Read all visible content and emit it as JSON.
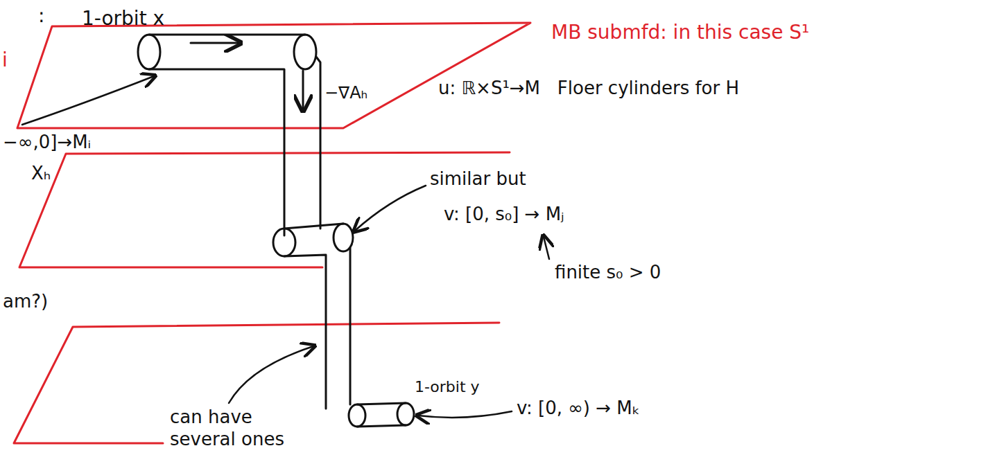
{
  "diagram": {
    "labels": [
      ":",
      "1-orbit x",
      "MB submfd: in this case S¹",
      "i",
      "−∞,0]→Mᵢ",
      "Xₕ",
      "−∇Aₕ",
      "u: ℝ×S¹→M   Floer cylinders for H",
      "similar but",
      "v: [0, s₀] → Mⱼ",
      "finite s₀ > 0",
      "am?)",
      "can have several ones",
      "1-orbit y",
      "v: [0, ∞) → Mₖ"
    ]
  }
}
